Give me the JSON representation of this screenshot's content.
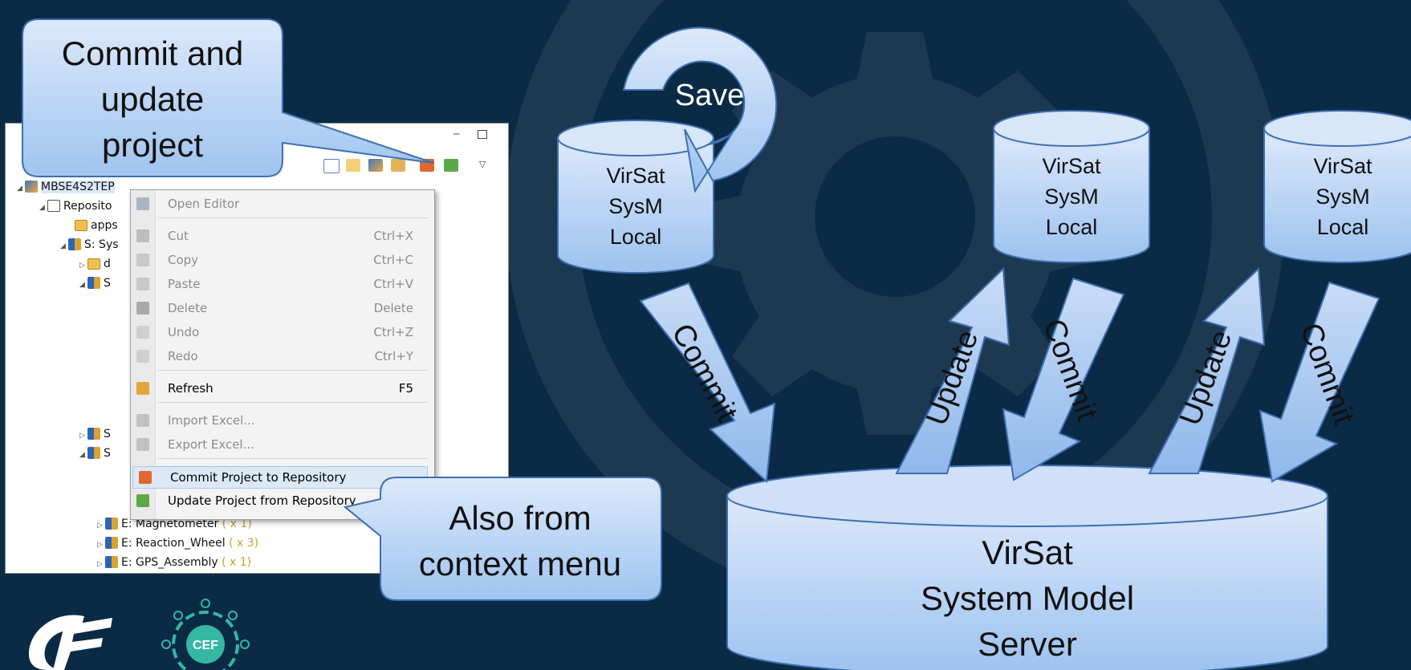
{
  "callouts": {
    "top": [
      "Commit and",
      "update",
      "project"
    ],
    "bottom": [
      "Also from",
      "context menu"
    ]
  },
  "tree": {
    "root": "MBSE4S2TEP",
    "rows": [
      {
        "label": "Reposito",
        "suffix": ""
      },
      {
        "label": "apps",
        "suffix": ""
      },
      {
        "label": "S: Sys",
        "suffix": ""
      },
      {
        "label": "d",
        "suffix": ""
      },
      {
        "label": "S",
        "suffix": ""
      },
      {
        "label": "S",
        "suffix": ""
      },
      {
        "label": "S",
        "suffix": ""
      },
      {
        "label": "E: Magnetometer",
        "suffix": "( x 1)"
      },
      {
        "label": "E: Reaction_Wheel",
        "suffix": "( x 3)"
      },
      {
        "label": "E: GPS_Assembly",
        "suffix": "( x 1)"
      }
    ]
  },
  "context_menu": {
    "items": [
      {
        "label": "Open Editor",
        "shortcut": "",
        "icon": "open-editor-icon",
        "color": "#9aa7b3"
      },
      {
        "label": "Cut",
        "shortcut": "Ctrl+X",
        "icon": "scissors-icon",
        "color": "#b7b7b7"
      },
      {
        "label": "Copy",
        "shortcut": "Ctrl+C",
        "icon": "copy-icon",
        "color": "#c2c2c2"
      },
      {
        "label": "Paste",
        "shortcut": "Ctrl+V",
        "icon": "paste-icon",
        "color": "#c2c2c2"
      },
      {
        "label": "Delete",
        "shortcut": "Delete",
        "icon": "delete-icon",
        "color": "#a7a7a7"
      },
      {
        "label": "Undo",
        "shortcut": "Ctrl+Z",
        "icon": "undo-icon",
        "color": "#c9c9c9"
      },
      {
        "label": "Redo",
        "shortcut": "Ctrl+Y",
        "icon": "redo-icon",
        "color": "#c9c9c9"
      },
      {
        "label": "Refresh",
        "shortcut": "F5",
        "icon": "refresh-icon",
        "color": "#e2a63b"
      },
      {
        "label": "Import Excel...",
        "shortcut": "",
        "icon": "import-excel-icon",
        "color": "#bdbdbd"
      },
      {
        "label": "Export Excel...",
        "shortcut": "",
        "icon": "export-excel-icon",
        "color": "#bdbdbd"
      },
      {
        "label": "Commit Project to Repository",
        "shortcut": "",
        "icon": "commit-icon",
        "color": "#e0672e"
      },
      {
        "label": "Update Project from Repository",
        "shortcut": "",
        "icon": "update-icon",
        "color": "#5aa84a"
      }
    ]
  },
  "diagram": {
    "local_db_label": [
      "VirSat",
      "SysM",
      "Local"
    ],
    "save_label": "Save",
    "commit_label": "Commit",
    "update_label": "Update",
    "server_label": [
      "VirSat",
      "System Model",
      "Server"
    ]
  },
  "logos": {
    "right_text": "CEF"
  },
  "colors": {
    "background": "#0b2a45",
    "shape_fill_top": "#dbe9fb",
    "shape_fill_bottom": "#9ec4f0",
    "shape_stroke": "#3d6fb0"
  }
}
